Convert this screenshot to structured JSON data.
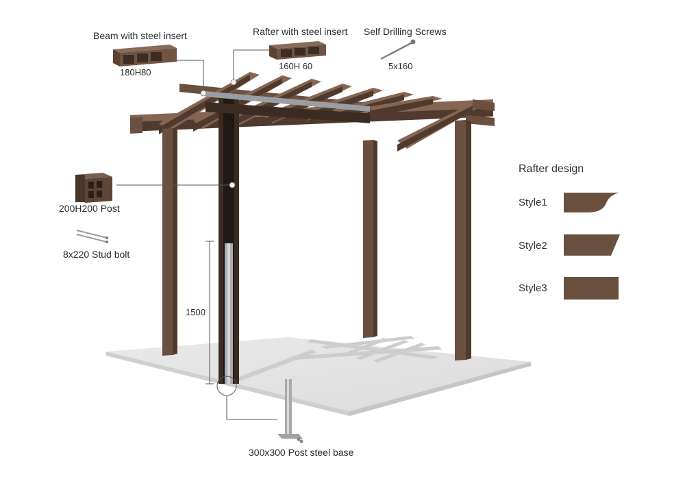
{
  "labels": {
    "beam_name": "Beam with steel insert",
    "beam_size": "180H80",
    "rafter_name": "Rafter with steel insert",
    "rafter_size": "160H 60",
    "screws_name": "Self Drilling Screws",
    "screws_size": "5x160",
    "post_label": "200H200  Post",
    "stud_label": "8x220  Stud bolt",
    "height_label": "1500",
    "base_label": "300x300  Post steel base"
  },
  "rafter_design": {
    "title": "Rafter design",
    "styles": [
      {
        "label": "Style1",
        "shape": "curved-end"
      },
      {
        "label": "Style2",
        "shape": "angled-end"
      },
      {
        "label": "Style3",
        "shape": "square-end"
      }
    ]
  },
  "colors": {
    "wood": "#6b5040",
    "wood_dark": "#4f3a2d",
    "wood_light": "#866552",
    "steel": "#9a9ea3",
    "floor": "#e4e4e4",
    "leader": "#555555"
  }
}
